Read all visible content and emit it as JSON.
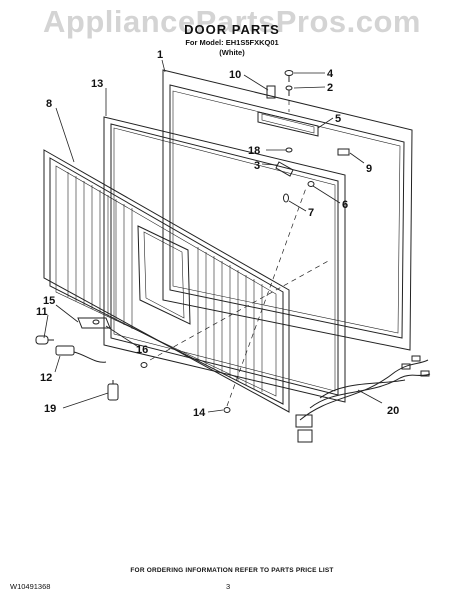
{
  "watermark": "AppliancePartsPros.com",
  "header": {
    "title": "DOOR PARTS",
    "model_line": "For Model: EH1S5FXKQ01",
    "variant": "(White)"
  },
  "callouts": [
    {
      "id": "c1",
      "label": "1"
    },
    {
      "id": "c2",
      "label": "2"
    },
    {
      "id": "c3",
      "label": "3"
    },
    {
      "id": "c4",
      "label": "4"
    },
    {
      "id": "c5",
      "label": "5"
    },
    {
      "id": "c6",
      "label": "6"
    },
    {
      "id": "c7",
      "label": "7"
    },
    {
      "id": "c8",
      "label": "8"
    },
    {
      "id": "c9",
      "label": "9"
    },
    {
      "id": "c10",
      "label": "10"
    },
    {
      "id": "c11",
      "label": "11"
    },
    {
      "id": "c12",
      "label": "12"
    },
    {
      "id": "c13",
      "label": "13"
    },
    {
      "id": "c14",
      "label": "14"
    },
    {
      "id": "c15",
      "label": "15"
    },
    {
      "id": "c16",
      "label": "16"
    },
    {
      "id": "c18",
      "label": "18"
    },
    {
      "id": "c19",
      "label": "19"
    },
    {
      "id": "c20",
      "label": "20"
    }
  ],
  "footer": {
    "note": "FOR ORDERING INFORMATION REFER TO PARTS PRICE LIST",
    "doc_number": "W10491368",
    "page": "3"
  }
}
